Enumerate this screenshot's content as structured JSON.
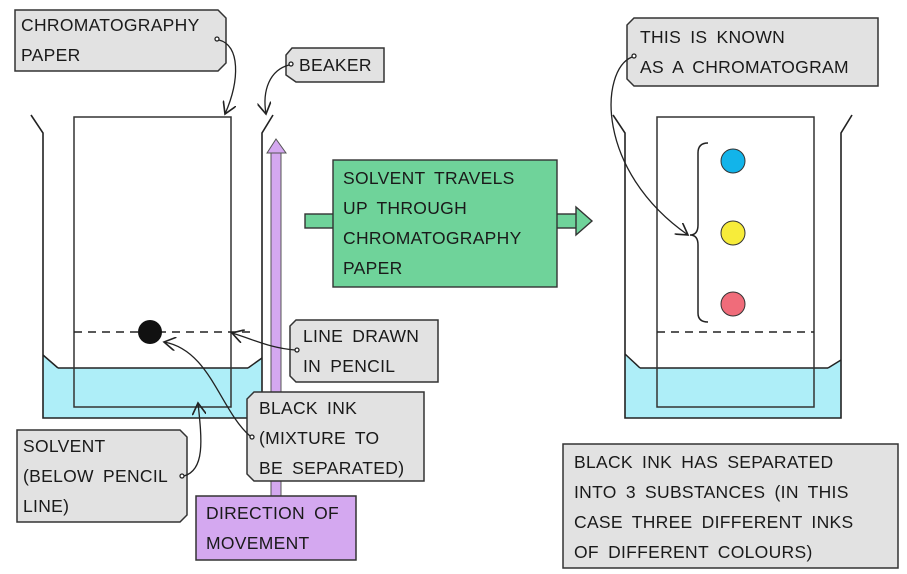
{
  "title": "Paper chromatography of black ink",
  "labels": {
    "chromatography_paper": [
      "CHROMATOGRAPHY",
      "PAPER"
    ],
    "beaker": [
      "BEAKER"
    ],
    "solvent_travels": [
      "SOLVENT  TRAVELS",
      "UP  THROUGH",
      "CHROMATOGRAPHY",
      "PAPER"
    ],
    "chromatogram": [
      "THIS  IS  KNOWN",
      "AS  A  CHROMATOGRAM"
    ],
    "line_drawn": [
      "LINE  DRAWN",
      "IN  PENCIL"
    ],
    "black_ink": [
      "BLACK  INK",
      "(MIXTURE  TO",
      "BE  SEPARATED)"
    ],
    "solvent": [
      "SOLVENT",
      "(BELOW  PENCIL",
      "LINE)"
    ],
    "direction": [
      "DIRECTION  OF",
      "MOVEMENT"
    ],
    "result": [
      "BLACK  INK  HAS  SEPARATED",
      "INTO  3  SUBSTANCES  (IN  THIS",
      "CASE  THREE  DIFFERENT  INKS",
      "OF  DIFFERENT  COLOURS)"
    ]
  },
  "colors": {
    "solvent": "#aeeef8",
    "process_box": "#6fd39a",
    "direction_arrow": "#d4a8f0",
    "tag": "#e2e2e2",
    "ink_spot": "#111111",
    "spot_blue": "#12b4ea",
    "spot_yellow": "#f7ec3a",
    "spot_red": "#f06c7a"
  },
  "separated_spots": [
    "blue",
    "yellow",
    "red"
  ]
}
